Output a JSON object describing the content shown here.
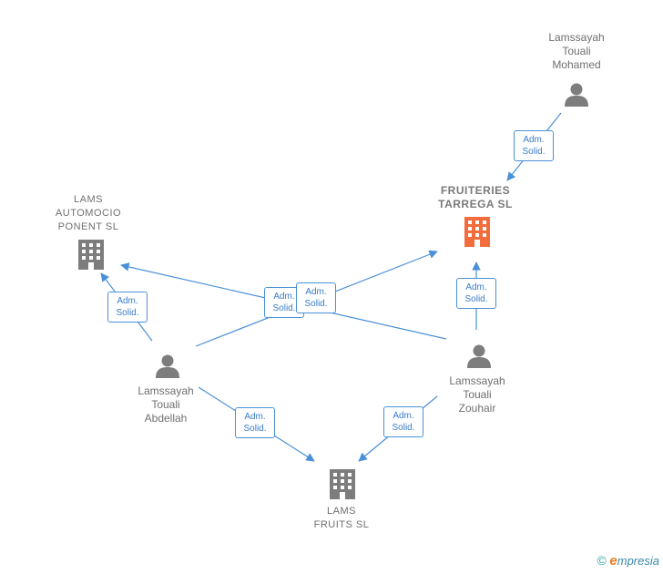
{
  "colors": {
    "edge": "#4a90d9",
    "person_icon": "#7d7d7d",
    "company_icon": "#7d7d7d",
    "company_highlight": "#f36c3c"
  },
  "nodes": {
    "mohamed": {
      "label": "Lamssayah\nTouali\nMohamed",
      "kind": "person"
    },
    "fruiteries": {
      "label": "FRUITERIES\nTARREGA  SL",
      "kind": "company-highlight"
    },
    "automocio": {
      "label": "LAMS\nAUTOMOCIO\nPONENT  SL",
      "kind": "company"
    },
    "abdellah": {
      "label": "Lamssayah\nTouali\nAbdellah",
      "kind": "person"
    },
    "zouhair": {
      "label": "Lamssayah\nTouali\nZouhair",
      "kind": "person"
    },
    "fruits": {
      "label": "LAMS\nFRUITS  SL",
      "kind": "company"
    }
  },
  "edges": [
    {
      "id": "e1",
      "line1": "Adm.",
      "line2": "Solid."
    },
    {
      "id": "e2",
      "line1": "Adm.",
      "line2": "Solid."
    },
    {
      "id": "e3",
      "line1": "Adm.",
      "line2": "Solid."
    },
    {
      "id": "e4",
      "line1": "Adm.",
      "line2": "Solid."
    },
    {
      "id": "e5",
      "line1": "Adm.",
      "line2": "Solid."
    },
    {
      "id": "e6",
      "line1": "Adm.",
      "line2": "Solid."
    },
    {
      "id": "e7",
      "line1": "Adm.",
      "line2": "Solid."
    }
  ],
  "footer": {
    "copyright_symbol": "©",
    "brand_initial": "e",
    "brand_rest": "mpresia"
  }
}
